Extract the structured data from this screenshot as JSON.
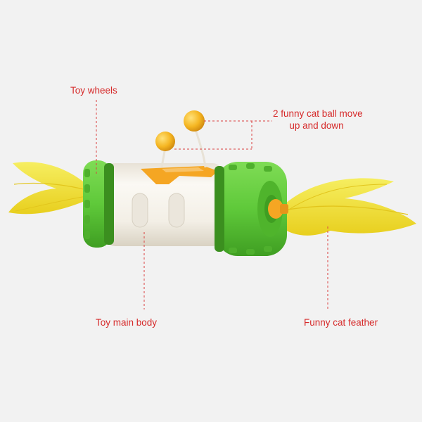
{
  "labels": {
    "toy_wheels": "Toy wheels",
    "cat_balls_line1": "2 funny cat ball move",
    "cat_balls_line2": "up and down",
    "main_body": "Toy main body",
    "feather": "Funny cat feather"
  },
  "colors": {
    "background": "#f2f2f2",
    "label_text": "#d62a2a",
    "leader_line": "#d94040",
    "wheel_green": "#5fc93a",
    "body_white": "#f7f4ee",
    "top_orange": "#f5a623",
    "ball_yellow": "#f2b320",
    "feather_yellow": "#f3e53a"
  }
}
